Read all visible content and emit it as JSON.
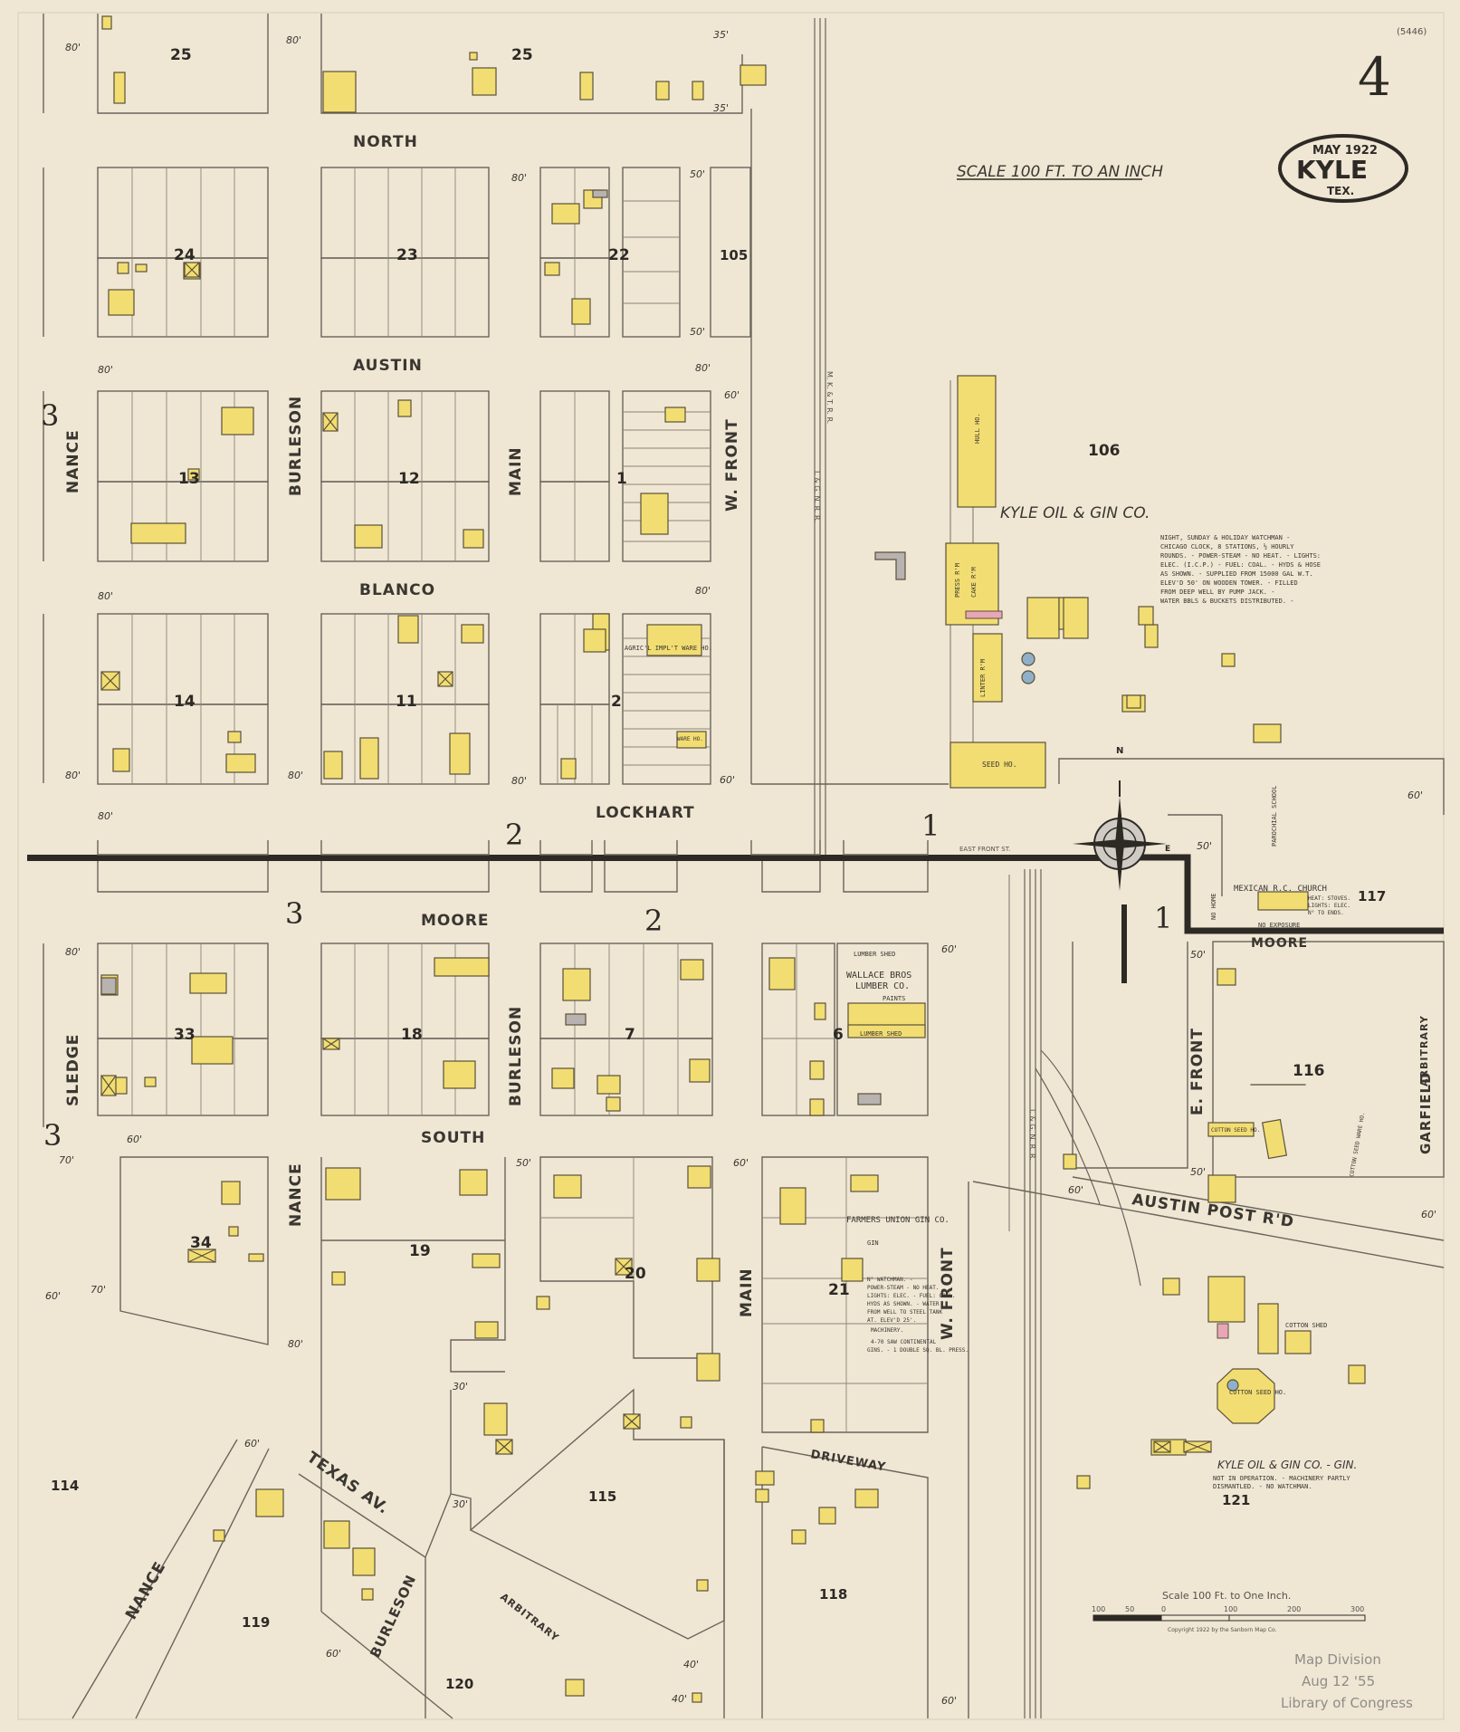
{
  "sheet": {
    "sheet_number": "4",
    "corner_code": "(5446)",
    "title": {
      "date": "MAY 1922",
      "town": "KYLE",
      "state": "TEX."
    },
    "scale_note": "SCALE 100 FT. TO AN INCH",
    "scale_bar": {
      "label": "Scale 100 Ft. to One Inch.",
      "ticks": [
        "100",
        "50",
        "0",
        "100",
        "200",
        "300"
      ]
    },
    "copyright": "Copyright 1922 by the Sanborn Map Co.",
    "stamp": [
      "Map Division",
      "Aug 12 '55",
      "Library of Congress"
    ],
    "compass": {
      "n": "N",
      "e": "E"
    }
  },
  "streets": {
    "north": "NORTH",
    "austin": "AUSTIN",
    "blanco": "BLANCO",
    "lockhart": "LOCKHART",
    "moore": "MOORE",
    "moore_east": "MOORE",
    "south": "SOUTH",
    "nance_top": "NANCE",
    "burleson_top": "BURLESON",
    "main_top": "MAIN",
    "w_front_top": "W. FRONT",
    "sledge": "SLEDGE",
    "nance_mid": "NANCE",
    "burleson_mid": "BURLESON",
    "main_bottom": "MAIN",
    "w_front_bottom": "W. FRONT",
    "e_front": "E. FRONT",
    "garfield": "GARFIELD",
    "arbitrary": "ARBITRARY",
    "austin_post_rd": "AUSTIN POST R'D",
    "driveway": "DRIVEWAY",
    "texas_av": "TEXAS AV.",
    "nance_bottom": "NANCE",
    "burleson_bottom": "BURLESON",
    "arbitrary_bottom": "ARBITRARY",
    "railroad_1": "I. & G. N. R. R.",
    "railroad_2": "M. K. & T. R. R.",
    "railroad_3": "I. & G. N. R. R.",
    "east_front_st": "EAST FRONT ST."
  },
  "blocks": {
    "b25a": "25",
    "b25b": "25",
    "b24": "24",
    "b23": "23",
    "b22": "22",
    "b105": "105",
    "b13": "13",
    "b12": "12",
    "b1": "1",
    "b106": "106",
    "b14": "14",
    "b11": "11",
    "b2": "2",
    "b33": "33",
    "b18": "18",
    "b7": "7",
    "b6": "6",
    "b116": "116",
    "b117": "117",
    "b34": "34",
    "b19": "19",
    "b20": "20",
    "b21": "21",
    "b114": "114",
    "b115": "115",
    "b118": "118",
    "b119": "119",
    "b120": "120",
    "b121": "121"
  },
  "sheet_refs": {
    "r3a": "3",
    "r2a": "2",
    "r1a": "1",
    "r3b": "3",
    "r2b": "2",
    "r1b": "1",
    "r3c": "3"
  },
  "labels": {
    "kyle_oil": "KYLE OIL & GIN CO.",
    "kyle_oil_notes": [
      "NIGHT, SUNDAY & HOLIDAY WATCHMAN -",
      "CHICAGO CLOCK, 8 STATIONS, ½ HOURLY",
      "ROUNDS. - POWER-STEAM - NO HEAT. - LIGHTS:",
      "ELEC. (I.C.P.) - FUEL: COAL. - HYDS & HOSE",
      "AS SHOWN. - SUPPLIED FROM 15000 GAL W.T.",
      "ELEV'D 50' ON WOODEN TOWER. - FILLED",
      "FROM DEEP WELL BY PUMP JACK. -",
      "WATER BBLS & BUCKETS DISTRIBUTED. -"
    ],
    "wallace_1": "WALLACE BROS",
    "wallace_2": "LUMBER CO.",
    "lumber_shed_1": "LUMBER SHED",
    "lumber_shed_2": "LUMBER SHED",
    "paints": "PAINTS",
    "farmers": "FARMERS UNION GIN CO.",
    "farmers_notes": [
      "N° WATCHMAN. -",
      "POWER-STEAM - NO HEAT.",
      "LIGHTS: ELEC. - FUEL: COAL.",
      "HYDS AS SHOWN. - WATER",
      "FROM WELL TO STEEL TANK",
      "AT. ELEV'D 25'.",
      "MACHINERY.",
      "4-70 SAW CONTINENTAL",
      "GINS. - 1 DOUBLE SQ. BL. PRESS."
    ],
    "mexican_church": "MEXICAN R.C. CHURCH",
    "church_notes": [
      "HEAT: STOVES.",
      "LIGHTS: ELEC.",
      "N° TO ENDS."
    ],
    "no_exposure": "NO EXPOSURE",
    "parochial_school": "PAROCHIAL SCHOOL",
    "kyle_gin": "KYLE OIL & GIN CO. - GIN.",
    "kyle_gin_notes": [
      "NOT IN OPERATION. - MACHINERY PARTLY",
      "DISMANTLED. - NO WATCHMAN."
    ],
    "cotton_seed_ho": "COTTON SEED HO.",
    "cotton_shed": "COTTON SHED",
    "seed_ho": "SEED HO.",
    "hull_ho": "HULL HO.",
    "press_rm": "PRESS R'M",
    "cake_rm": "CAKE R'M",
    "linter_rm": "LINTER R'M",
    "cotton_seed_wareho": "COTTON SEED WARE HO.",
    "agric_impl": "AGRIC'L IMPL'T WARE HO.",
    "wareho": "WARE HO.",
    "cotton_seed_ho_small": "COTTON SEED HO.",
    "gin": "GIN",
    "no_home": "NO HOME"
  },
  "dimensions": {
    "d80_1": "80'",
    "d80_2": "80'",
    "d35": "35'",
    "d35b": "35'",
    "d80_3": "80'",
    "d50": "50'",
    "d80_4": "80'",
    "d80_5": "80'",
    "d50b": "50'",
    "d80_6": "80'",
    "d60": "60'",
    "d80_7": "80'",
    "d80_8": "80'",
    "d60b": "60'",
    "d80_9": "80'",
    "d80_10": "80'",
    "d80_11": "80'",
    "d60c": "60'",
    "d80_12": "80'",
    "d60d": "60'",
    "d70": "70'",
    "d70b": "70'",
    "d60e": "60'",
    "d60f": "60'",
    "d60g": "60'",
    "d50c": "50'",
    "d50d": "50'",
    "d50e": "50'",
    "d60h": "60'",
    "d50f": "50'",
    "d60i": "60'",
    "d30": "30'",
    "d30b": "30'",
    "d40": "40'",
    "d40b": "40'",
    "d60j": "60'",
    "d60k": "60'",
    "d60l": "60'",
    "d80_13": "80'"
  }
}
